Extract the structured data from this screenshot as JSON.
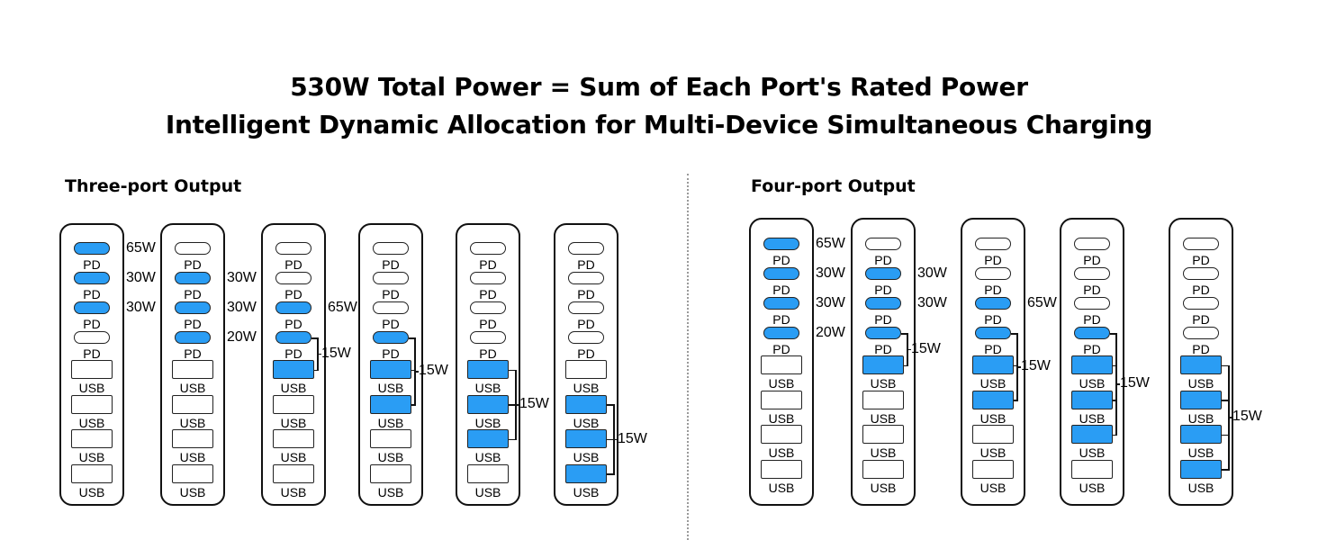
{
  "header": {
    "line1": "530W Total Power = Sum of Each Port's Rated Power",
    "line2": "Intelligent Dynamic Allocation for Multi-Device Simultaneous Charging"
  },
  "accent_color": "#2a9df4",
  "port_labels": {
    "pd": "PD",
    "usb": "USB"
  },
  "sections": [
    {
      "title": "Three-port Output",
      "configs": [
        {
          "active_pd": [
            0,
            1,
            2
          ],
          "pd_watts": {
            "0": "65W",
            "1": "30W",
            "2": "30W"
          },
          "active_usb": [],
          "groups": []
        },
        {
          "active_pd": [
            1,
            2,
            3
          ],
          "pd_watts": {
            "1": "30W",
            "2": "30W",
            "3": "20W"
          },
          "active_usb": [],
          "groups": []
        },
        {
          "active_pd": [
            2,
            3
          ],
          "pd_watts": {
            "2": "65W"
          },
          "active_usb": [
            0
          ],
          "groups": [
            {
              "pd": [
                3
              ],
              "usb": [
                0
              ],
              "label": "15W"
            }
          ]
        },
        {
          "active_pd": [
            3
          ],
          "pd_watts": {},
          "active_usb": [
            0,
            1
          ],
          "groups": [
            {
              "pd": [
                3
              ],
              "usb": [
                0,
                1
              ],
              "label": "15W"
            }
          ]
        },
        {
          "active_pd": [],
          "pd_watts": {},
          "active_usb": [
            0,
            1,
            2
          ],
          "groups": [
            {
              "pd": [],
              "usb": [
                0,
                1,
                2
              ],
              "label": "15W"
            }
          ]
        },
        {
          "active_pd": [],
          "pd_watts": {},
          "active_usb": [
            1,
            2,
            3
          ],
          "groups": [
            {
              "pd": [],
              "usb": [
                1,
                2,
                3
              ],
              "label": "15W"
            }
          ]
        }
      ]
    },
    {
      "title": "Four-port Output",
      "configs": [
        {
          "active_pd": [
            0,
            1,
            2,
            3
          ],
          "pd_watts": {
            "0": "65W",
            "1": "30W",
            "2": "30W",
            "3": "20W"
          },
          "active_usb": [],
          "groups": []
        },
        {
          "active_pd": [
            1,
            2,
            3
          ],
          "pd_watts": {
            "1": "30W",
            "2": "30W"
          },
          "active_usb": [
            0
          ],
          "groups": [
            {
              "pd": [
                3
              ],
              "usb": [
                0
              ],
              "label": "15W"
            }
          ]
        },
        {
          "active_pd": [
            2,
            3
          ],
          "pd_watts": {
            "2": "65W"
          },
          "active_usb": [
            0,
            1
          ],
          "groups": [
            {
              "pd": [
                3
              ],
              "usb": [
                0,
                1
              ],
              "label": "15W"
            }
          ]
        },
        {
          "active_pd": [
            3
          ],
          "pd_watts": {},
          "active_usb": [
            0,
            1,
            2
          ],
          "groups": [
            {
              "pd": [
                3
              ],
              "usb": [
                0,
                1,
                2
              ],
              "label": "15W"
            }
          ]
        },
        {
          "active_pd": [],
          "pd_watts": {},
          "active_usb": [
            0,
            1,
            2,
            3
          ],
          "groups": [
            {
              "pd": [],
              "usb": [
                0,
                1,
                2,
                3
              ],
              "label": "15W"
            }
          ]
        }
      ]
    }
  ]
}
